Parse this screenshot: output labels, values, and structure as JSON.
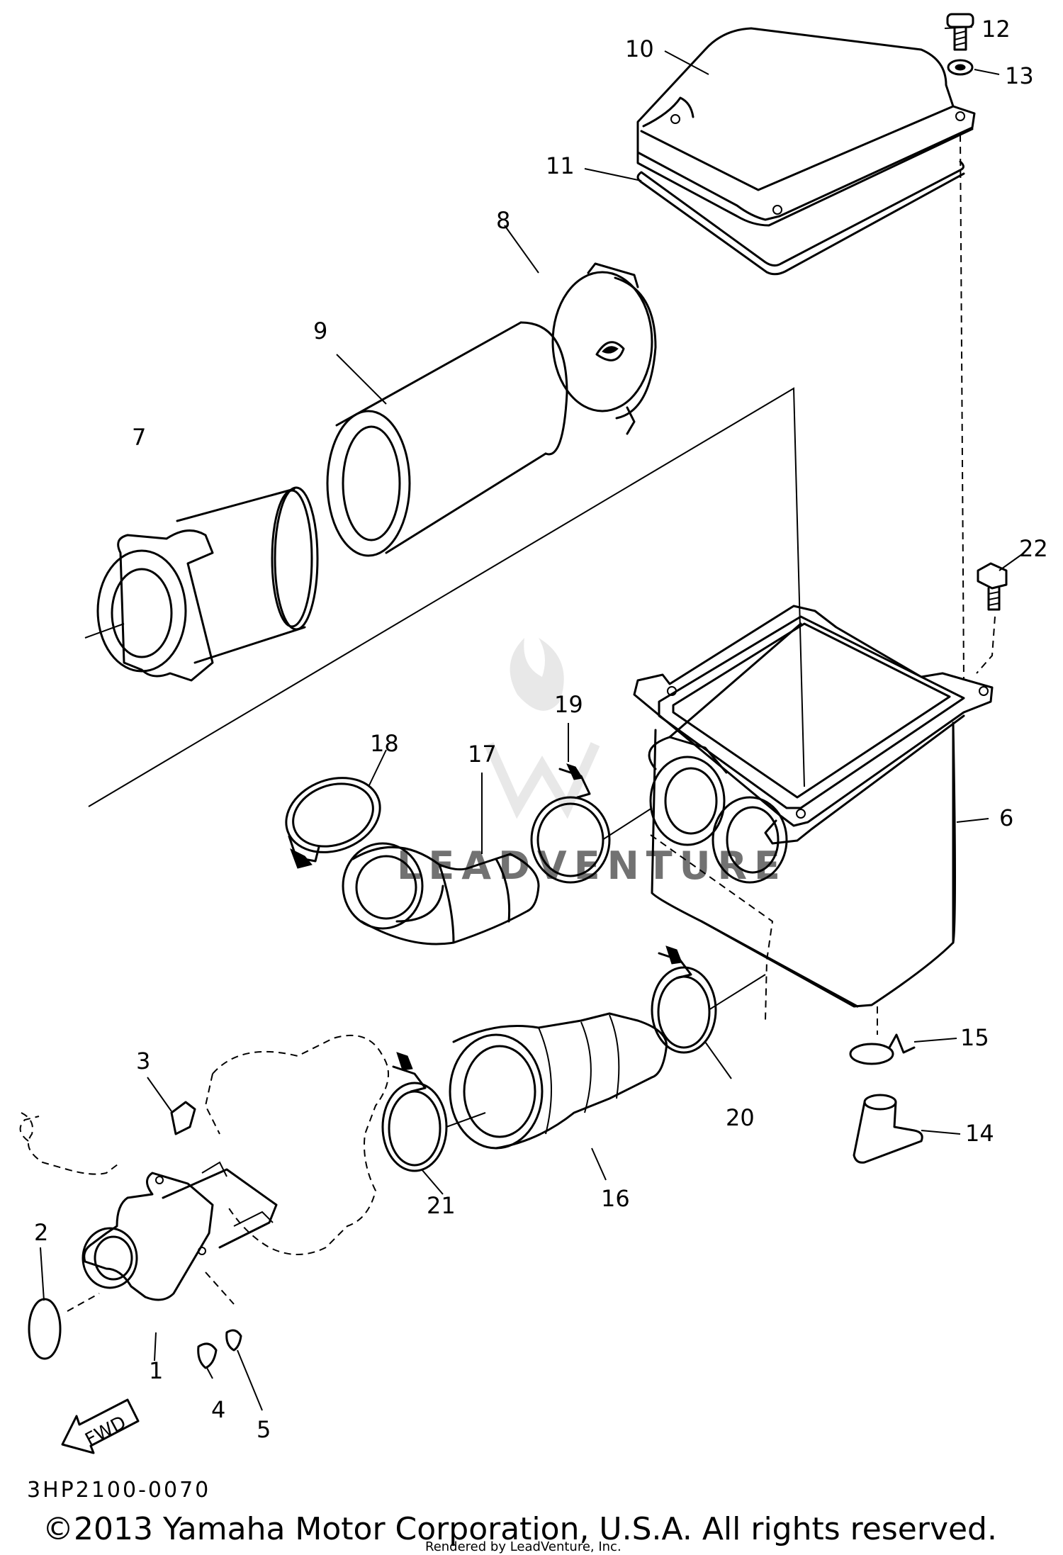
{
  "diagram": {
    "part_labels": {
      "p1": "1",
      "p2": "2",
      "p3": "3",
      "p4": "4",
      "p5": "5",
      "p6": "6",
      "p7": "7",
      "p8": "8",
      "p9": "9",
      "p10": "10",
      "p11": "11",
      "p12": "12",
      "p13": "13",
      "p14": "14",
      "p15": "15",
      "p16": "16",
      "p17": "17",
      "p18": "18",
      "p19": "19",
      "p20": "20",
      "p21": "21",
      "p22": "22"
    },
    "direction_marker": "FWD",
    "diagram_code": "3HP2100-0070",
    "copyright": "©2013 Yamaha Motor Corporation, U.S.A. All rights reserved.",
    "render_credit": "Rendered by LeadVenture, Inc.",
    "watermark": "LEADVENTURE"
  }
}
